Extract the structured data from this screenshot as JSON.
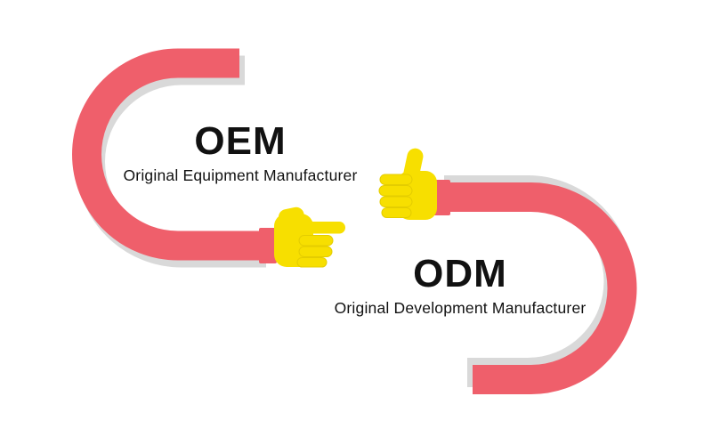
{
  "page": {
    "background": "#ffffff",
    "title": "OEM vs ODM infographic"
  },
  "colors": {
    "background": "#ffffff",
    "arm": "#ef5f6b",
    "shadow": "#d9d9d9",
    "hand": "#f7df00",
    "hand_crease": "#e4cd00",
    "text": "#111111"
  },
  "oem": {
    "acronym": "OEM",
    "full_name": "Original Equipment Manufacturer",
    "hand_icon": "finger-pointing-right"
  },
  "odm": {
    "acronym": "ODM",
    "full_name": "Original Development Manufacturer",
    "hand_icon": "thumbs-up"
  }
}
